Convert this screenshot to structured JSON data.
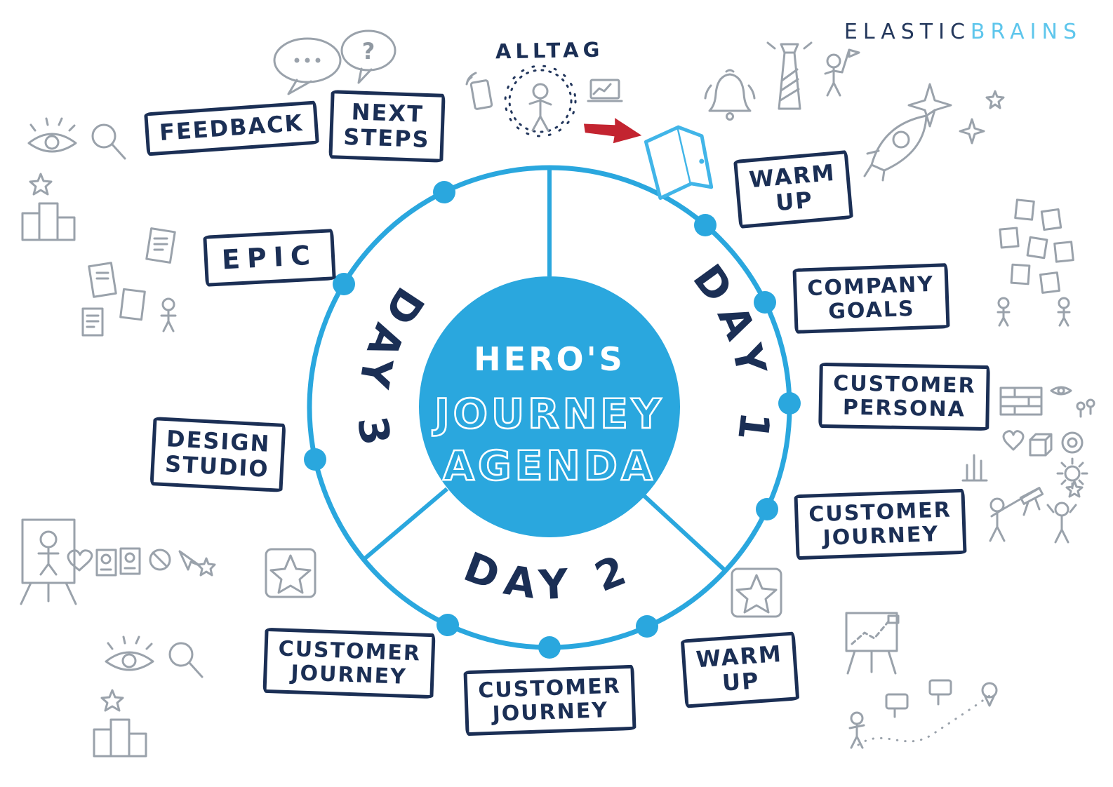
{
  "brand": {
    "name_left": "ELASTIC",
    "name_right": "BRAINS"
  },
  "top": {
    "alltag_label": "ALLTAG"
  },
  "center": {
    "line1": "HERO'S",
    "line2": "JOURNEY",
    "line3": "AGENDA"
  },
  "days": {
    "day1": "DAY 1",
    "day2": "DAY 2",
    "day3": "DAY 3"
  },
  "agenda": {
    "feedback": {
      "line1": "FEEDBACK"
    },
    "next_steps": {
      "line1": "NEXT",
      "line2": "STEPS"
    },
    "warm_up_top": {
      "line1": "WARM",
      "line2": "UP"
    },
    "company_goals": {
      "line1": "COMPANY",
      "line2": "GOALS"
    },
    "customer_persona": {
      "line1": "CUSTOMER",
      "line2": "PERSONA"
    },
    "customer_journey_right": {
      "line1": "CUSTOMER",
      "line2": "JOURNEY"
    },
    "warm_up_bottom": {
      "line1": "WARM",
      "line2": "UP"
    },
    "customer_journey_bottom": {
      "line1": "CUSTOMER",
      "line2": "JOURNEY"
    },
    "customer_journey_left": {
      "line1": "CUSTOMER",
      "line2": "JOURNEY"
    },
    "design_studio": {
      "line1": "DESIGN",
      "line2": "STUDIO"
    },
    "epic": {
      "line1": "EPIC"
    }
  },
  "doodles": {
    "speech_dots": "...",
    "speech_question": "?",
    "items": [
      "speech-bubbles",
      "eye-magnifier",
      "star-podium",
      "document-cards",
      "easel-figure",
      "icon-row",
      "framed-star",
      "stick-figure-burst",
      "phone",
      "laptop",
      "bell",
      "lighthouse-figures",
      "rocket",
      "sparkle-stars",
      "sticky-notes",
      "icon-wall",
      "telescope-figures",
      "framed-star-2",
      "flipchart",
      "journey-path",
      "open-door",
      "red-arrow"
    ]
  },
  "colors": {
    "navy": "#1b2f55",
    "blue": "#2aa7de",
    "light_blue": "#41b5e8",
    "brand_light": "#5ec6ec",
    "gray": "#9aa2ab",
    "red": "#c32430"
  }
}
